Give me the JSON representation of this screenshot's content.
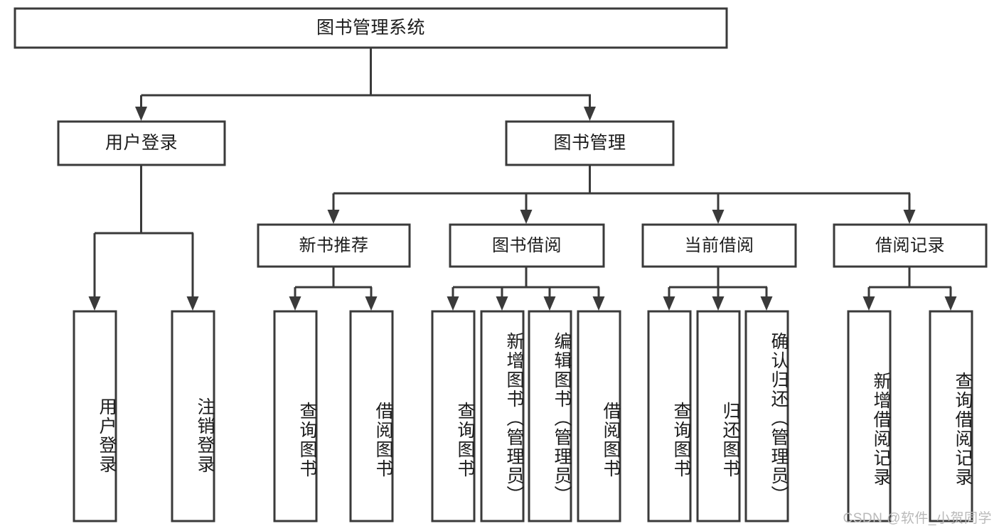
{
  "diagram": {
    "title_node": {
      "label": "图书管理系统"
    },
    "level2": [
      {
        "id": "user-login",
        "label": "用户登录"
      },
      {
        "id": "book-management",
        "label": "图书管理"
      }
    ],
    "level3": [
      {
        "id": "new-book-recommend",
        "label": "新书推荐"
      },
      {
        "id": "book-borrow",
        "label": "图书借阅"
      },
      {
        "id": "current-borrow",
        "label": "当前借阅"
      },
      {
        "id": "borrow-record",
        "label": "借阅记录"
      }
    ],
    "leaves": [
      {
        "id": "leaf-user-login",
        "label": "用户登录"
      },
      {
        "id": "leaf-logout",
        "label": "注销登录"
      },
      {
        "id": "leaf-query-book-1",
        "label": "查询图书"
      },
      {
        "id": "leaf-borrow-book-1",
        "label": "借阅图书"
      },
      {
        "id": "leaf-query-book-2",
        "label": "查询图书"
      },
      {
        "id": "leaf-add-book-admin",
        "label": "新增图书（管理员）"
      },
      {
        "id": "leaf-edit-book-admin",
        "label": "编辑图书（管理员）"
      },
      {
        "id": "leaf-borrow-book-2",
        "label": "借阅图书"
      },
      {
        "id": "leaf-query-book-3",
        "label": "查询图书"
      },
      {
        "id": "leaf-return-book",
        "label": "归还图书"
      },
      {
        "id": "leaf-confirm-return-admin",
        "label": "确认归还（管理员）"
      },
      {
        "id": "leaf-add-borrow-record",
        "label": "新增借阅记录"
      },
      {
        "id": "leaf-query-borrow-record",
        "label": "查询借阅记录"
      }
    ],
    "watermark": "CSDN @软件_小贺同学",
    "colors": {
      "box_stroke": "#3a3a3a",
      "box_fill": "#ffffff",
      "text": "#1c1c1c",
      "watermark": "#b9b9b9",
      "background": "#ffffff"
    }
  }
}
